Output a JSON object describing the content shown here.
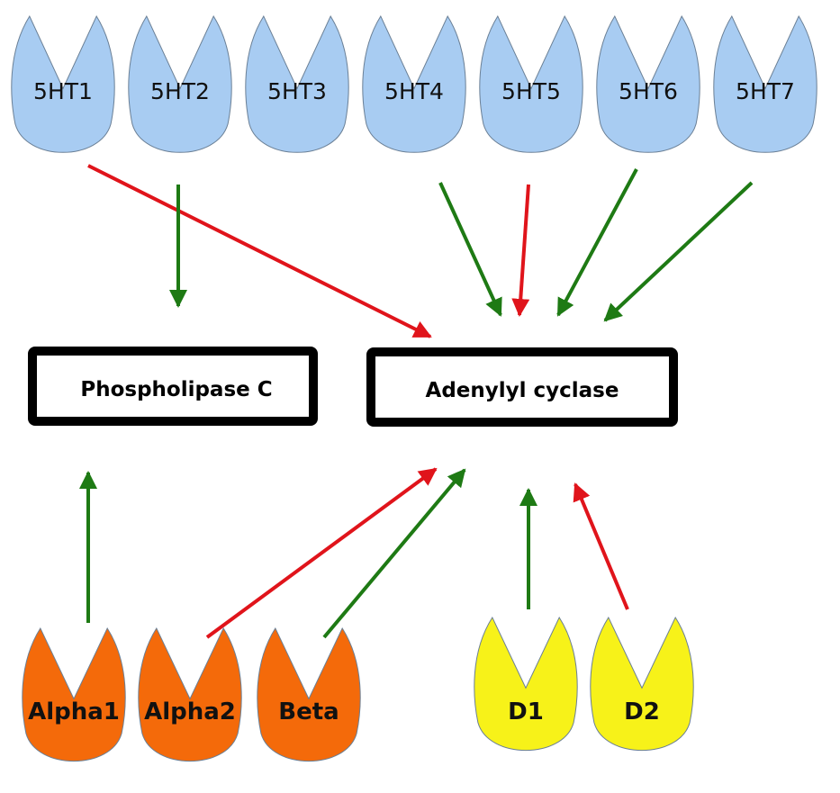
{
  "colors": {
    "serotonin_fill": "#a8ccf2",
    "adrenergic_fill": "#f46a0a",
    "dopamine_fill": "#f7f219",
    "receptor_stroke": "#6a7f95",
    "activating_arrow": "#1e7a14",
    "inhibiting_arrow": "#e0141b",
    "box_border": "#000000"
  },
  "enzymes": {
    "phospholipase": "Phospholipase C",
    "adenylyl": "Adenylyl cyclase"
  },
  "serotonin_receptors": [
    "5HT1",
    "5HT2",
    "5HT3",
    "5HT4",
    "5HT5",
    "5HT6",
    "5HT7"
  ],
  "adrenergic_receptors": [
    "Alpha1",
    "Alpha2",
    "Beta"
  ],
  "dopamine_receptors": [
    "D1",
    "D2"
  ],
  "arrows": [
    {
      "from": "5HT1",
      "to": "Adenylyl cyclase",
      "effect": "inhibiting"
    },
    {
      "from": "5HT2",
      "to": "Phospholipase C",
      "effect": "activating"
    },
    {
      "from": "5HT4",
      "to": "Adenylyl cyclase",
      "effect": "activating"
    },
    {
      "from": "5HT5",
      "to": "Adenylyl cyclase",
      "effect": "inhibiting"
    },
    {
      "from": "5HT6",
      "to": "Adenylyl cyclase",
      "effect": "activating"
    },
    {
      "from": "5HT7",
      "to": "Adenylyl cyclase",
      "effect": "activating"
    },
    {
      "from": "Alpha1",
      "to": "Phospholipase C",
      "effect": "activating"
    },
    {
      "from": "Alpha2",
      "to": "Adenylyl cyclase",
      "effect": "inhibiting"
    },
    {
      "from": "Beta",
      "to": "Adenylyl cyclase",
      "effect": "activating"
    },
    {
      "from": "D1",
      "to": "Adenylyl cyclase",
      "effect": "activating"
    },
    {
      "from": "D2",
      "to": "Adenylyl cyclase",
      "effect": "inhibiting"
    }
  ]
}
